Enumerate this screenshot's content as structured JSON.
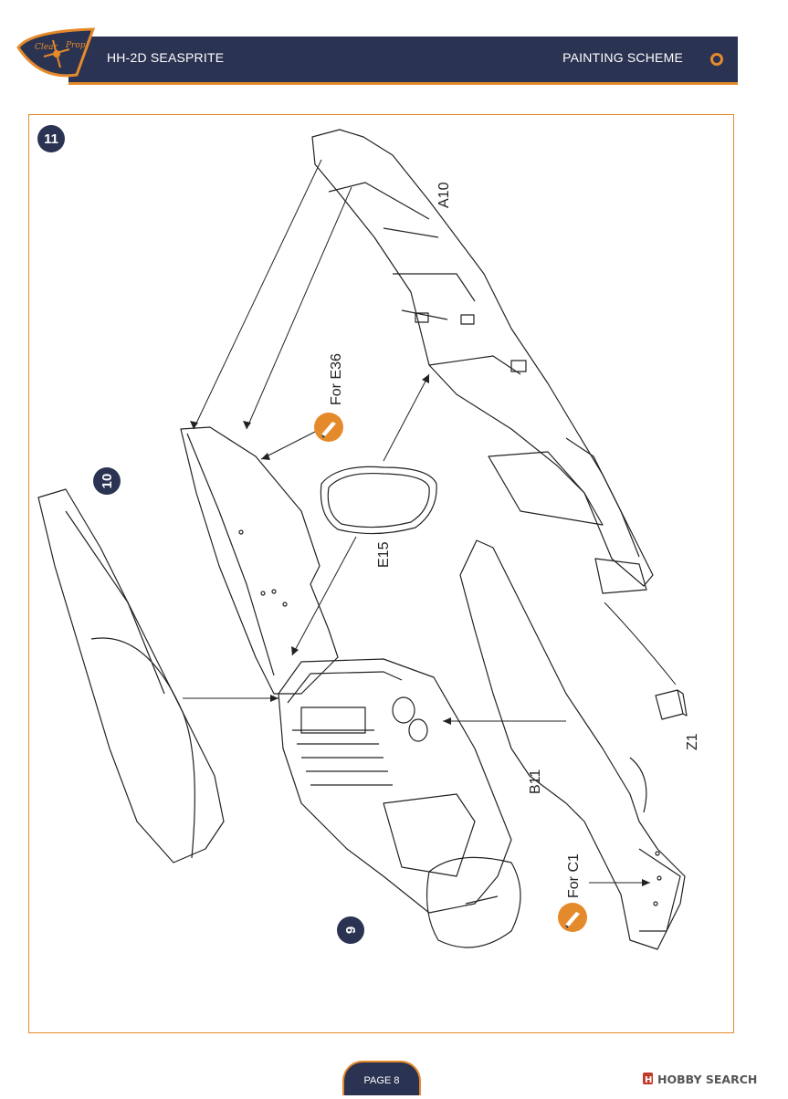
{
  "header": {
    "title": "HH-2D SEASPRITE",
    "section": "PAINTING SCHEME",
    "logo_text": "Clear Prop!"
  },
  "steps": {
    "current": "11",
    "ref_a": "10",
    "ref_b": "9"
  },
  "parts": {
    "a10": "A10",
    "e15": "E15",
    "b11": "B11",
    "z1": "Z1"
  },
  "notes": {
    "for_e36": "For E36",
    "for_c1": "For C1"
  },
  "footer": {
    "page": "PAGE 8",
    "watermark": "HOBBY SEARCH"
  },
  "colors": {
    "navy": "#2b3352",
    "orange": "#e58a2a"
  }
}
